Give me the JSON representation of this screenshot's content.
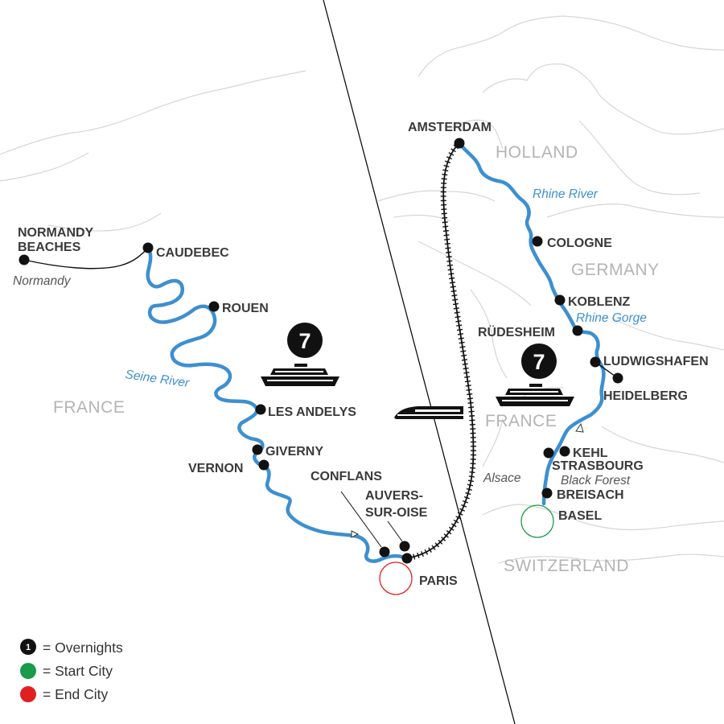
{
  "countries": {
    "france_left": "FRANCE",
    "holland": "HOLLAND",
    "germany": "GERMANY",
    "france_right": "FRANCE",
    "switzerland": "SWITZERLAND"
  },
  "rivers": {
    "seine": "Seine River",
    "rhine": "Rhine River",
    "rhine_gorge": "Rhine Gorge"
  },
  "regions": {
    "normandy": "Normandy",
    "alsace": "Alsace",
    "black_forest": "Black Forest"
  },
  "cities": {
    "normandy_beaches_1": "NORMANDY",
    "normandy_beaches_2": "BEACHES",
    "caudebec": "CAUDEBEC",
    "rouen": "ROUEN",
    "les_andelys": "LES ANDELYS",
    "giverny": "GIVERNY",
    "vernon": "VERNON",
    "conflans": "CONFLANS",
    "auvers_1": "AUVERS-",
    "auvers_2": "SUR-OISE",
    "paris": "PARIS",
    "amsterdam": "AMSTERDAM",
    "cologne": "COLOGNE",
    "koblenz": "KOBLENZ",
    "rudesheim": "RÜDESHEIM",
    "ludwigshafen": "LUDWIGSHAFEN",
    "heidelberg": "HEIDELBERG",
    "kehl": "KEHL",
    "strasbourg": "STRASBOURG",
    "breisach": "BREISACH",
    "basel": "BASEL"
  },
  "overnights": {
    "seine_ship": "7",
    "rhine_ship": "7"
  },
  "legend": {
    "overnights_num": "1",
    "overnights": "= Overnights",
    "start": "= Start City",
    "end": "= End City"
  },
  "colors": {
    "river": "#3d8fd0",
    "start_city": "#1a9a4b",
    "end_city": "#e02020",
    "country_label": "#b4b4b4"
  },
  "icons": [
    "ship-icon",
    "train-icon"
  ]
}
